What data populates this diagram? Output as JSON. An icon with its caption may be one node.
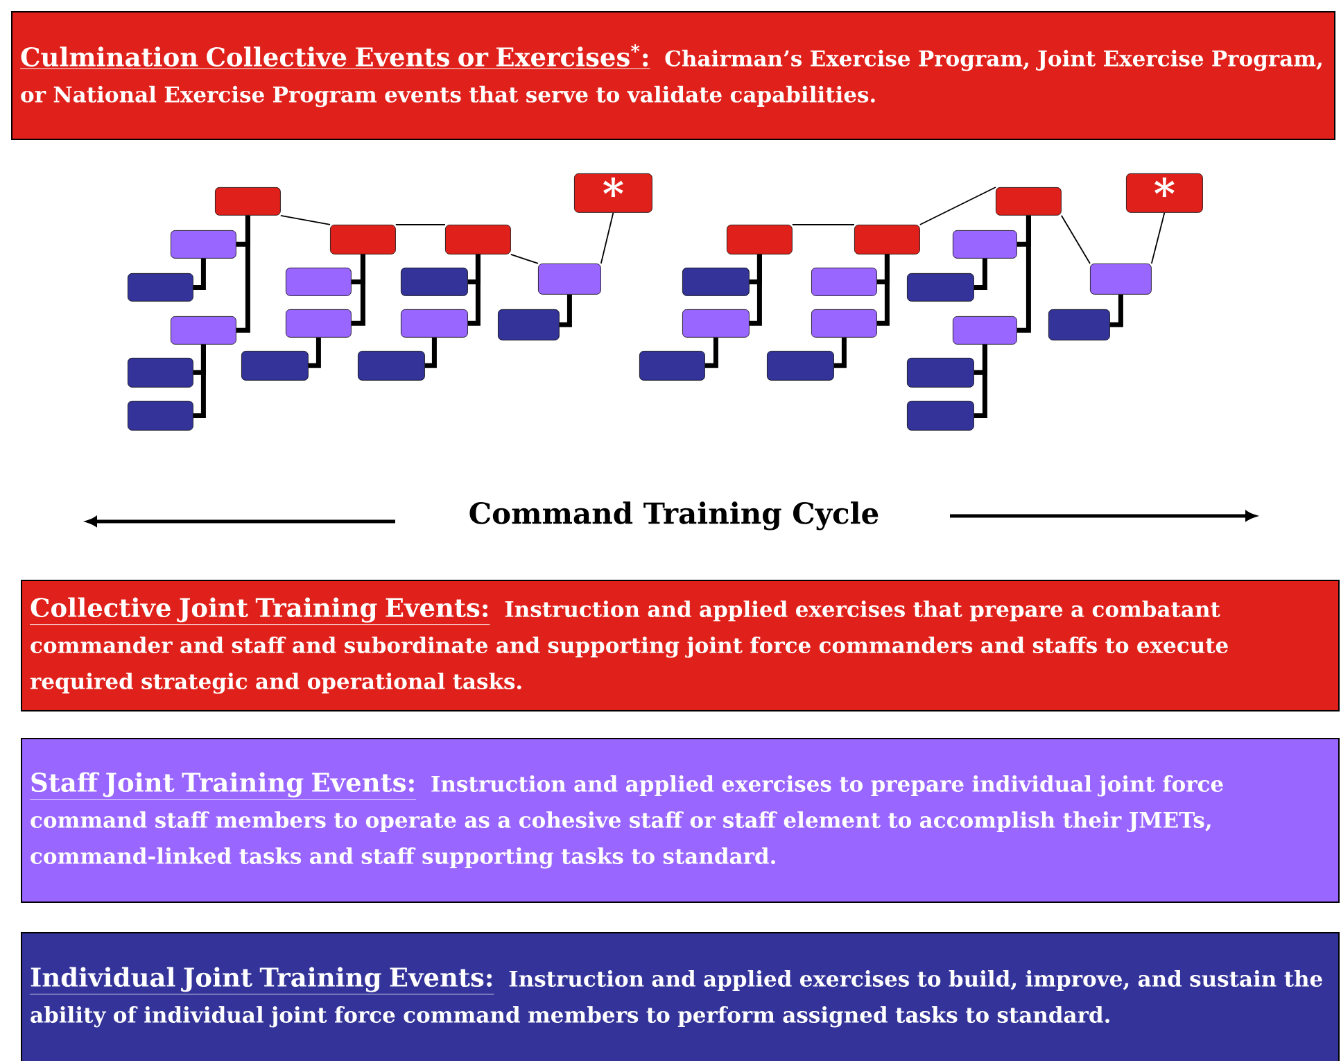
{
  "diagram": {
    "nodes": [
      {
        "text": [
          "Culmination Collective Events or Exercises$^{*}$:",
          "Chairman’s Exercise Program, Joint Exercise Program, or National Exercise Program events that serve to validate capabilities."
        ]
      },
      {
        "text": [],
        "shape": "box"
      },
      {
        "text": [],
        "shape": "box"
      },
      {
        "text": [],
        "shape": "box"
      },
      {
        "text": [],
        "shape": "box"
      },
      {
        "text": [],
        "shape": "box"
      },
      {
        "text": [],
        "shape": "box"
      },
      {
        "text": [],
        "shape": "box"
      },
      {
        "text": [],
        "shape": "box"
      },
      {
        "text": [],
        "shape": "box"
      },
      {
        "text": [],
        "shape": "box"
      },
      {
        "text": [],
        "shape": "box"
      },
      {
        "text": [],
        "shape": "box"
      },
      {
        "text": [],
        "shape": "box"
      },
      {
        "text": [],
        "shape": "box"
      },
      {
        "text": [],
        "shape": "box"
      },
      {
        "text": [],
        "shape": "box"
      },
      {
        "text": [
          "*"
        ]
      },
      {
        "text": [],
        "shape": "box"
      },
      {
        "text": [],
        "shape": "box"
      },
      {
        "text": [],
        "shape": "box"
      },
      {
        "text": [],
        "shape": "box"
      },
      {
        "text": [],
        "shape": "box"
      },
      {
        "text": [],
        "shape": "box"
      },
      {
        "text": [],
        "shape": "box"
      },
      {
        "text": [],
        "shape": "box"
      },
      {
        "text": [],
        "shape": "box"
      },
      {
        "text": [],
        "shape": "box"
      },
      {
        "text": [],
        "shape": "box"
      },
      {
        "text": [],
        "shape": "box"
      },
      {
        "text": [],
        "shape": "box"
      },
      {
        "text": [],
        "shape": "box"
      },
      {
        "text": [],
        "shape": "box"
      },
      {
        "text": [],
        "shape": "box"
      },
      {
        "text": [
          "*"
        ]
      },
      {
        "text": [
          "Collective Joint Training Events:",
          "Instruction and applied exercises that prepare a combatant commander and staff and subordinate and supporting joint force commanders and staffs to execute required strategic and operational tasks."
        ]
      },
      {
        "text": [
          "Staff Joint Training Events:",
          "Instruction and applied exercises to prepare individual joint force command staff members to operate as a cohesive staff or staff element to accomplish their JMETs, command-linked tasks and staff supporting tasks to standard."
        ]
      },
      {
        "text": [
          "Individual Joint Training Events:",
          "Instruction and applied exercises to build, improve, and sustain the ability of individual joint force command members to perform assigned tasks to standard."
        ]
      }
    ],
    "edges": [
      {
        "from": 1,
        "to": 2,
        "arrow": "none"
      },
      {
        "from": 1,
        "to": 4,
        "arrow": "none"
      },
      {
        "from": 2,
        "to": 3,
        "arrow": "none"
      },
      {
        "from": 4,
        "to": 5,
        "arrow": "none"
      },
      {
        "from": 4,
        "to": 6,
        "arrow": "none"
      },
      {
        "from": 7,
        "to": 8,
        "arrow": "none"
      },
      {
        "from": 7,
        "to": 9,
        "arrow": "none"
      },
      {
        "from": 9,
        "to": 10,
        "arrow": "none"
      },
      {
        "from": 11,
        "to": 12,
        "arrow": "none"
      },
      {
        "from": 11,
        "to": 13,
        "arrow": "none"
      },
      {
        "from": 13,
        "to": 14,
        "arrow": "none"
      },
      {
        "from": 15,
        "to": 16,
        "arrow": "none"
      },
      {
        "from": 1,
        "to": 7,
        "arrow": "none"
      },
      {
        "from": 7,
        "to": 11,
        "arrow": "none"
      },
      {
        "from": 11,
        "to": 15,
        "arrow": "none"
      },
      {
        "from": 15,
        "to": 17,
        "arrow": "none"
      },
      {
        "from": 18,
        "to": 19,
        "arrow": "none"
      },
      {
        "from": 18,
        "to": 20,
        "arrow": "none"
      },
      {
        "from": 20,
        "to": 21,
        "arrow": "none"
      },
      {
        "from": 22,
        "to": 23,
        "arrow": "none"
      },
      {
        "from": 22,
        "to": 24,
        "arrow": "none"
      },
      {
        "from": 24,
        "to": 25,
        "arrow": "none"
      },
      {
        "from": 26,
        "to": 27,
        "arrow": "none"
      },
      {
        "from": 26,
        "to": 29,
        "arrow": "none"
      },
      {
        "from": 27,
        "to": 28,
        "arrow": "none"
      },
      {
        "from": 29,
        "to": 30,
        "arrow": "none"
      },
      {
        "from": 29,
        "to": 31,
        "arrow": "none"
      },
      {
        "from": 32,
        "to": 33,
        "arrow": "none"
      },
      {
        "from": 18,
        "to": 22,
        "arrow": "none"
      },
      {
        "from": 22,
        "to": 26,
        "arrow": "none"
      },
      {
        "from": 26,
        "to": 32,
        "arrow": "none"
      },
      {
        "from": 32,
        "to": 34,
        "arrow": "none"
      }
    ],
    "labels": [
      "Command Training Cycle"
    ]
  }
}
